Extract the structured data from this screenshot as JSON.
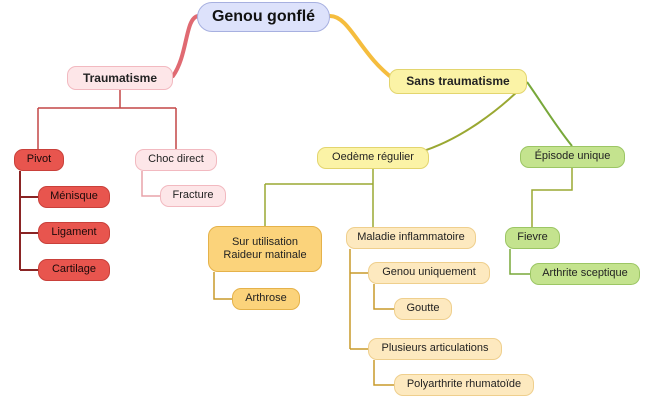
{
  "root": "Genou gonflé",
  "branches": {
    "traumatisme": "Traumatisme",
    "sans_traumatisme": "Sans traumatisme"
  },
  "traumatisme": {
    "pivot": "Pivot",
    "pivot_children": [
      "Ménisque",
      "Ligament",
      "Cartilage"
    ],
    "choc_direct": "Choc direct",
    "choc_children": [
      "Fracture"
    ]
  },
  "sans_traumatisme": {
    "oedeme": "Oedème régulier",
    "episode": "Épisode unique",
    "sur_utilisation": [
      "Sur utilisation",
      "Raideur matinale"
    ],
    "arthrose": "Arthrose",
    "maladie": "Maladie inflammatoire",
    "genou_uniquement": "Genou uniquement",
    "goutte": "Goutte",
    "plusieurs": "Plusieurs articulations",
    "polyarthrite": "Polyarthrite rhumatoïde",
    "fievre": "Fievre",
    "arthrite_septique": "Arthrite sceptique"
  },
  "colors": {
    "traumatisme_branch": "#e07a80",
    "trauma_lines": "#c03838",
    "sans_branch": "#f5c04a",
    "sans_lines": "#9aa832",
    "orange_lines": "#c89a2a",
    "green_lines": "#78a83a"
  }
}
